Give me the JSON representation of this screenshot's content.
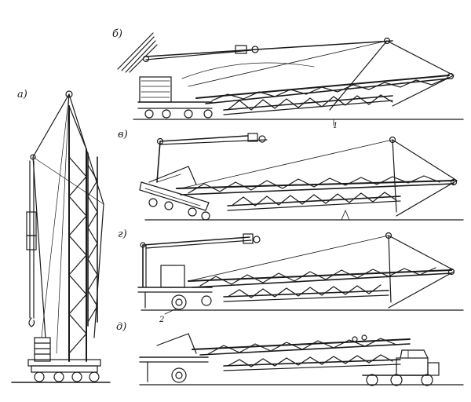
{
  "panels": {
    "a": {
      "label": "a)"
    },
    "b": {
      "label": "б)"
    },
    "v": {
      "label": "в)"
    },
    "g": {
      "label": "г)"
    },
    "d": {
      "label": "д)"
    }
  },
  "callouts": {
    "one": "1",
    "two": "2"
  }
}
